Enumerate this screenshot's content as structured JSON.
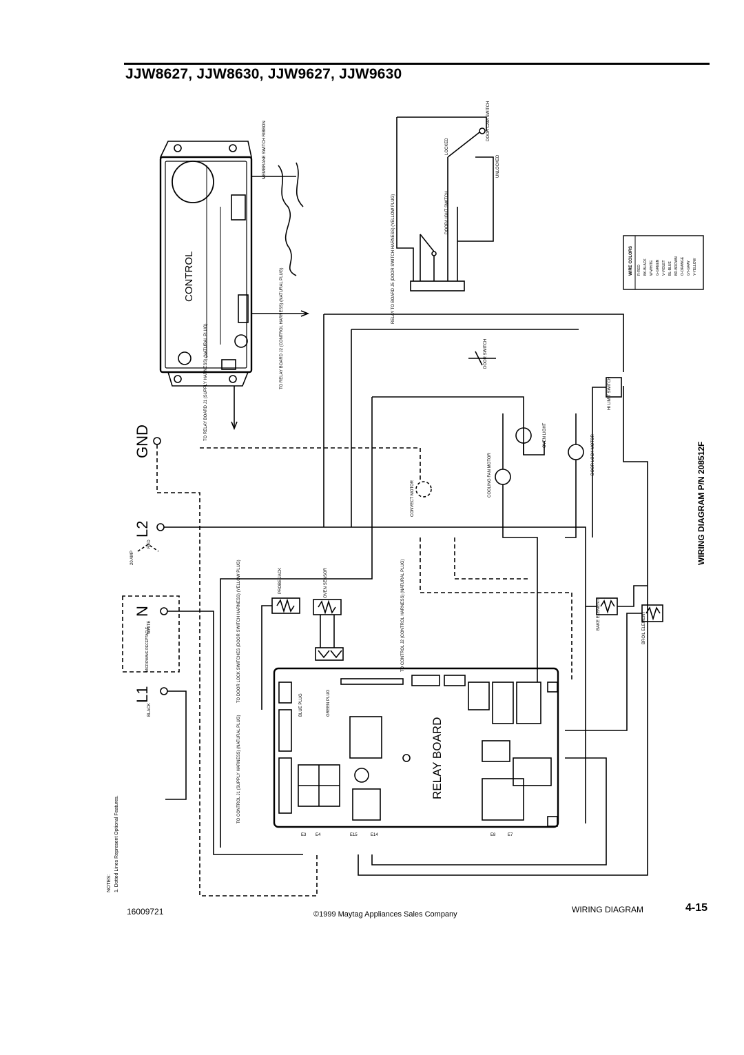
{
  "header": {
    "title": "JJW8627, JJW8630, JJW9627, JJW9630"
  },
  "labels": {
    "gnd": "GND",
    "l2": "L2",
    "n": "N",
    "l1": "L1",
    "control": "CONTROL",
    "relay_board": "RELAY BOARD",
    "membrane_ribbon": "MEMBRANE SWITCH RIBBON",
    "to_relay_j1": "TO RELAY BOARD J1 (SUPPLY HARNESS) (NATURAL PLUG)",
    "to_relay_j2": "TO RELAY BOARD J2 (CONTROL HARNESS) (NATURAL PLUG)",
    "relay_to_j5": "RELAY TO BOARD J5 (DOOR SWITCH HARNESS) (YELLOW PLUG)",
    "door_cam_switch": "DOOR CAM SWITCH",
    "door_light_switch": "DOOR/LIGHT SWITCH",
    "locked": "LOCKED",
    "unlocked": "UNLOCKED",
    "door_switch": "DOOR SWITCH",
    "hi_limit_switch": "HI LIMIT SWITCH",
    "oven_light": "OVEN LIGHT",
    "door_lock_motor": "DOOR LOCK MOTOR",
    "cooling_fan_motor": "COOLING FAN MOTOR",
    "convect_motor": "CONVECT MOTOR",
    "bake_element": "BAKE ELEMENT",
    "broil_element": "BROIL ELEMENT",
    "probe_jack": "PROBE JACK",
    "oven_sensor": "OVEN SENSOR",
    "to_control_j1": "TO CONTROL J1 (SUPPLY HARNESS) (NATURAL PLUG)",
    "to_door_lock": "TO DOOR LOCK SWITCHES (DOOR SWITCH HARNESS) (YELLOW PLUG)",
    "to_control_j2": "TO CONTROL J2 (CONTROL HARNESS) (NATURAL PLUG)",
    "blue_plug": "BLUE PLUG",
    "green_plug": "GREEN PLUG",
    "microwave_receptacle": "MICROWAVE RECEPTACLE",
    "amp_20": "20 AMP",
    "black": "BLACK",
    "white": "WHITE",
    "red": "RED",
    "notes_title": "NOTES:",
    "notes_1": "1. Dotted Lines Represent Optional Features.",
    "wiring_pn": "WIRING DIAGRAM P/N 208512F"
  },
  "terminals": [
    "E3",
    "E4",
    "E15",
    "E14",
    "E8",
    "E7"
  ],
  "wire_colors": {
    "title": "WIRE COLORS",
    "items": [
      "R-RED",
      "BK-BLACK",
      "W-WHITE",
      "G-GREEN",
      "V-VIOLET",
      "BL-BLUE",
      "BR-BROWN",
      "O-ORANGE",
      "GY-GRAY",
      "Y-YELLOW"
    ]
  },
  "footer": {
    "code": "16009721",
    "copyright": "©1999 Maytag Appliances Sales Company",
    "label": "WIRING DIAGRAM",
    "page": "4-15"
  }
}
